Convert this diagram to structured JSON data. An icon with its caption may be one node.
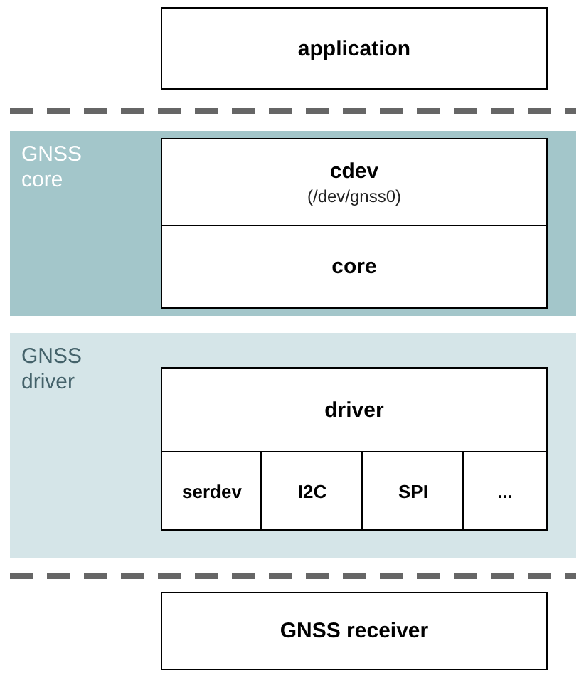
{
  "diagram": {
    "nodes": [
      {
        "text": [
          "application"
        ]
      },
      {
        "text": [
          "GNSS core"
        ]
      },
      {
        "text": [
          "cdev",
          "(/dev/gnss0)"
        ],
        "in": 1
      },
      {
        "text": [
          "core"
        ],
        "in": 1
      },
      {
        "text": [
          "GNSS driver"
        ]
      },
      {
        "text": [
          "driver"
        ],
        "in": 4
      },
      {
        "text": [
          "serdev"
        ],
        "in": 4
      },
      {
        "text": [
          "I2C"
        ],
        "in": 4
      },
      {
        "text": [
          "SPI"
        ],
        "in": 4
      },
      {
        "text": [
          "..."
        ],
        "in": 4
      },
      {
        "text": [
          "GNSS receiver"
        ]
      }
    ],
    "edges": []
  }
}
